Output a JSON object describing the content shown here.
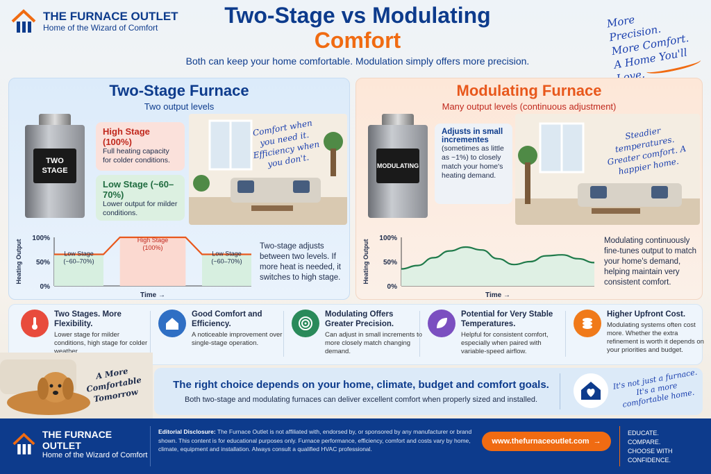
{
  "header": {
    "brand": "THE FURNACE OUTLET",
    "tagline": "Home of the Wizard of Comfort",
    "title_line1": "Two-Stage vs Modulating",
    "title_line2": "Comfort",
    "subtitle": "Both can keep your home comfortable. Modulation simply offers more precision.",
    "slogan": [
      "More",
      "Precision.",
      "More Comfort.",
      "A Home You'll Love."
    ]
  },
  "two_stage": {
    "title": "Two-Stage Furnace",
    "subtitle": "Two output levels",
    "unit_label": [
      "TWO",
      "STAGE"
    ],
    "high_title": "High Stage (100%)",
    "high_text": "Full heating capacity for colder conditions.",
    "low_title": "Low Stage (~60–70%)",
    "low_text": "Lower output for milder conditions.",
    "handwritten": "Comfort when you need it. Efficiency when you don't.",
    "chart_note": "Two-stage adjusts between two levels. If more heat is needed, it switches to high stage."
  },
  "modulating": {
    "title": "Modulating Furnace",
    "subtitle": "Many output levels (continuous adjustment)",
    "unit_label": "MODULATING",
    "box_title": "Adjusts in small incrementes",
    "box_text": "(sometimes as little as ~1%) to closely match your home's heating demand.",
    "handwritten": "Steadier temperatures. Greater comfort. A happier home.",
    "chart_note": "Modulating continuously fine-tunes output to match your home's demand, helping maintain very consistent comfort."
  },
  "chart_data": [
    {
      "type": "line",
      "ylabel": "Heating Output",
      "xlabel": "Time →",
      "yticks": [
        "100%",
        "50%",
        "0%"
      ],
      "ylim": [
        0,
        100
      ],
      "x": [
        0,
        1,
        2,
        3,
        4,
        5,
        6,
        7,
        8,
        9,
        10,
        11,
        12
      ],
      "series": [
        {
          "values": [
            65,
            65,
            65,
            65,
            100,
            100,
            100,
            100,
            100,
            65,
            65,
            65,
            65
          ]
        }
      ],
      "annotations": [
        {
          "text": "Low Stage (~60–70%)"
        },
        {
          "text": "High Stage (100%)"
        },
        {
          "text": "Low Stage (~60–70%)"
        }
      ],
      "colors": {
        "line": "#e8581c",
        "low_band": "#d7efe0",
        "high_band": "#fbd9d0"
      }
    },
    {
      "type": "area",
      "ylabel": "Heating Output",
      "xlabel": "Time →",
      "yticks": [
        "100%",
        "50%",
        "0%"
      ],
      "ylim": [
        0,
        100
      ],
      "x": [
        0,
        1,
        2,
        3,
        4,
        5,
        6,
        7,
        8,
        9,
        10,
        11,
        12
      ],
      "series": [
        {
          "values": [
            35,
            42,
            58,
            72,
            80,
            74,
            56,
            44,
            50,
            62,
            64,
            56,
            48
          ]
        }
      ],
      "colors": {
        "line": "#1f7a4a",
        "fill": "#dff0e4"
      }
    }
  ],
  "features": [
    {
      "title": "Two Stages. More Flexibility.",
      "text": "Lower stage for milder conditions, high stage for colder weather.",
      "icon": "thermometer-icon",
      "color": "#e84b3c"
    },
    {
      "title": "Good Comfort and Efficiency.",
      "text": "A noticeable improvement over single-stage operation.",
      "icon": "home-icon",
      "color": "#2f6fc4"
    },
    {
      "title": "Modulating Offers Greater Precision.",
      "text": "Can adjust in small increments to more closely match changing demand.",
      "icon": "target-icon",
      "color": "#2a8a5a"
    },
    {
      "title": "Potential for Very Stable Temperatures.",
      "text": "Helpful for consistent comfort, especially when paired with variable-speed airflow.",
      "icon": "leaf-icon",
      "color": "#7b4fc0"
    },
    {
      "title": "Higher Upfront Cost.",
      "text": "Modulating systems often cost more. Whether the extra refinement is worth it depends on your priorities and budget.",
      "icon": "coins-icon",
      "color": "#f07a1a"
    }
  ],
  "dog_caption": "A More Comfortable Tomorrow",
  "banner": {
    "title": "The right choice depends on your home, climate, budget and comfort goals.",
    "text": "Both two-stage and modulating furnaces can deliver excellent comfort when properly sized and installed.",
    "handwritten": "It's not just a furnace. It's a more comfortable home."
  },
  "footer": {
    "brand": "THE FURNACE OUTLET",
    "tagline": "Home of the Wizard of Comfort",
    "disclosure_label": "Editorial Disclosure:",
    "disclosure": "The Furnace Outlet is not affiliated with, endorsed by, or sponsored by any manufacturer or brand shown. This content is for educational purposes only. Furnace performance, efficiency, comfort and costs vary by home, climate, equipment and installation. Always consult a qualified HVAC professional.",
    "url": "www.thefurnaceoutlet.com",
    "motto": [
      "EDUCATE.",
      "COMPARE.",
      "CHOOSE WITH CONFIDENCE."
    ]
  }
}
